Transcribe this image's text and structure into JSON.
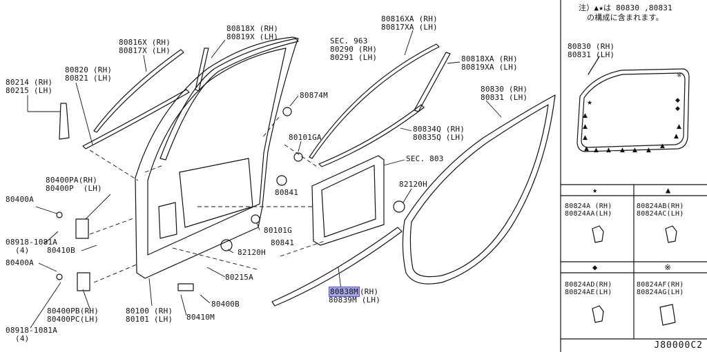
{
  "note": {
    "line1": "注）▲★は 80830 ,80831",
    "line2": "の構成に含まれます。"
  },
  "inset_seal": {
    "rh": "80830 (RH)",
    "lh": "80831 (LH)"
  },
  "legend": {
    "star": {
      "symbol": "★",
      "rh": "80824A (RH)",
      "lh": "80824AA(LH)"
    },
    "triangle": {
      "symbol": "▲",
      "rh": "80824AB(RH)",
      "lh": "80824AC(LH)"
    },
    "diamond": {
      "symbol": "◆",
      "rh": "80824AD(RH)",
      "lh": "80824AE(LH)"
    },
    "kome": {
      "symbol": "※",
      "rh": "80824AF(RH)",
      "lh": "80824AG(LH)"
    }
  },
  "parts": {
    "p80816x": {
      "l1": "80816X (RH)",
      "l2": "80817X (LH)"
    },
    "p80818x": {
      "l1": "80818X (RH)",
      "l2": "80819X (LH)"
    },
    "sec963": {
      "l1": "SEC. 963",
      "l2": "80290 (RH)",
      "l3": "80291 (LH)"
    },
    "p80816xa": {
      "l1": "80816XA (RH)",
      "l2": "80817XA (LH)"
    },
    "p80818xa": {
      "l1": "80818XA (RH)",
      "l2": "80819XA (LH)"
    },
    "p80214": {
      "l1": "80214 (RH)",
      "l2": "80215 (LH)"
    },
    "p80820": {
      "l1": "80820 (RH)",
      "l2": "80821 (LH)"
    },
    "p80874m": "80874M",
    "p80830": {
      "l1": "80830 (RH)",
      "l2": "80831 (LH)"
    },
    "p80834q": {
      "l1": "80834Q (RH)",
      "l2": "80835Q (LH)"
    },
    "p80101ga": "80101GA",
    "sec803": "SEC. 803",
    "p80400pa": {
      "l1": "80400PA(RH)",
      "l2": "80400P  (LH)"
    },
    "p80400a_top": "80400A",
    "p08918_top": {
      "l1": "08918-1081A",
      "l2": "(4)"
    },
    "p80410b": "80410B",
    "p80400a_bot": "80400A",
    "p80841_a": "80841",
    "p82120h_r": "82120H",
    "p80101g": "80101G",
    "p80841_b": "80841",
    "p82120h_c": "82120H",
    "p80215a": "80215A",
    "p80838m": {
      "l1": "80838M",
      "l1b": "(RH)",
      "l2": "80839M (LH)"
    },
    "p80400pb": {
      "l1": "80400PB(RH)",
      "l2": "80400PC(LH)"
    },
    "p08918_bot": {
      "l1": "08918-1081A",
      "l2": "(4)"
    },
    "p80100": {
      "l1": "80100 (RH)",
      "l2": "80101 (LH)"
    },
    "p80400b": "80400B",
    "p80410m": "80410M"
  },
  "footer": "J80000C2"
}
